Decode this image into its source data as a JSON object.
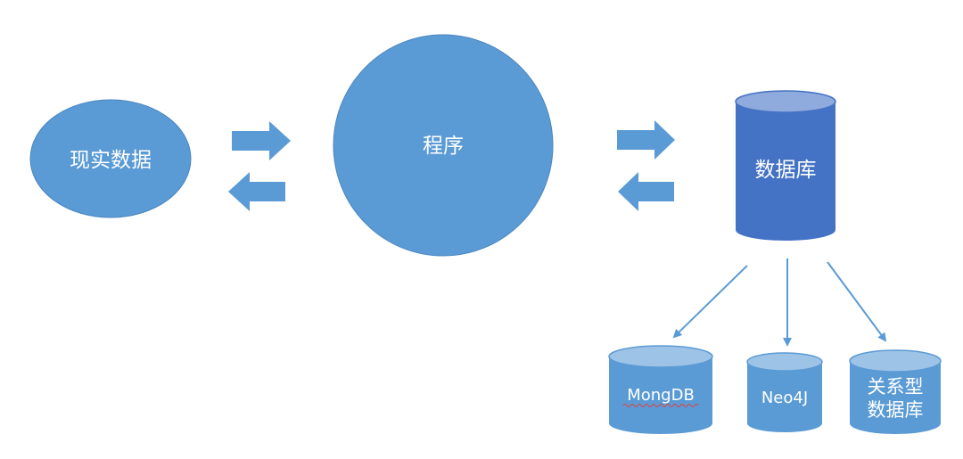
{
  "nodes": {
    "real_data": {
      "label": "现实数据"
    },
    "program": {
      "label": "程序"
    },
    "database": {
      "label": "数据库"
    },
    "mongodb": {
      "label": "MongDB"
    },
    "neo4j": {
      "label": "Neo4J"
    },
    "relational": {
      "label_line1": "关系型",
      "label_line2": "数据库"
    }
  },
  "colors": {
    "node_fill": "#5B9BD5",
    "database_fill": "#4472C4",
    "database_top": "#8FAADC",
    "small_db_top": "#9DC3E6",
    "arrow_fill": "#5B9BD5",
    "connector_stroke": "#5B9BD5",
    "text": "#ffffff",
    "spellcheck_underline": "#E04040"
  }
}
